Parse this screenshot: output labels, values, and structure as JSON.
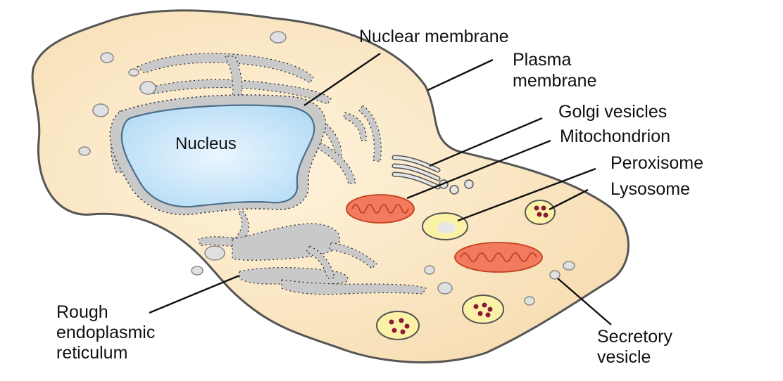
{
  "labels": {
    "nucleus": "Nucleus",
    "nuclear_membrane": "Nuclear membrane",
    "plasma_membrane": [
      "Plasma",
      "membrane"
    ],
    "golgi_vesicles": "Golgi vesicles",
    "mitochondrion": "Mitochondrion",
    "peroxisome": "Peroxisome",
    "lysosome": "Lysosome",
    "rough_er": [
      "Rough",
      "endoplasmic",
      "reticulum"
    ],
    "secretory_vesicle": [
      "Secretory",
      "vesicle"
    ]
  },
  "colors": {
    "cytoplasm": "#fbe7c6",
    "cell_outline": "#555555",
    "nucleus_fill": "#cfe9fb",
    "nucleus_outline": "#4a6f8a",
    "er_fill": "#c9c9c9",
    "ribosome": "#222222",
    "mitochondrion": "#f27a5e",
    "mitochondrion_crista": "#c2411f",
    "vesicle": "#e6e6e6",
    "peroxisome": "#fbf2a8",
    "lysosome": "#fbf2a8",
    "lysosome_granule": "#8b1a3a"
  }
}
